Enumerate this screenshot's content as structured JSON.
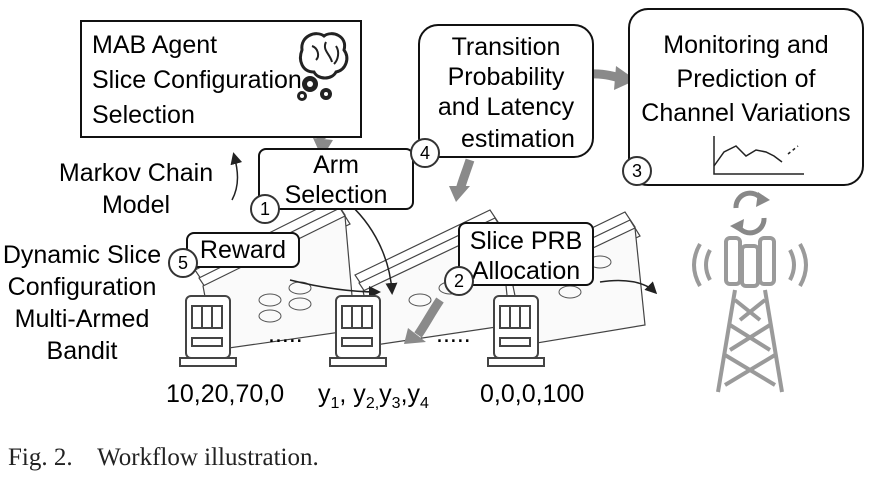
{
  "boxes": {
    "mab_agent": [
      "MAB Agent",
      "Slice Configuration",
      "Selection"
    ],
    "transition": [
      "Transition",
      "Probability",
      "and Latency",
      "estimation"
    ],
    "monitoring": [
      "Monitoring and",
      "Prediction of",
      "Channel Variations"
    ],
    "arm_selection": [
      "Arm",
      "Selection"
    ],
    "reward": "Reward",
    "slice_prb": [
      "Slice PRB",
      "Allocation"
    ]
  },
  "side_labels": {
    "markov": [
      "Markov Chain",
      "Model"
    ],
    "dynamic": [
      "Dynamic Slice",
      "Configuration",
      "Multi-Armed",
      "Bandit"
    ]
  },
  "step_numbers": {
    "arm": "1",
    "slice_prb": "2",
    "monitoring": "3",
    "transition": "4",
    "reward": "5"
  },
  "vectors": {
    "first": "10,20,70,0",
    "middle": [
      "y",
      "1",
      ", y",
      "2,",
      "y",
      "3",
      ",y",
      "4"
    ],
    "last": "0,0,0,100"
  },
  "ellipsis": ".....",
  "caption": "Fig. 2.    Workflow illustration.",
  "icons": [
    "brain-gears-icon",
    "line-chart-icon",
    "cell-tower-icon",
    "refresh-icon",
    "base-station-icon"
  ],
  "colors": {
    "ink": "#111111",
    "arrow": "#8a8a8a",
    "tower": "#9a9a9a"
  }
}
